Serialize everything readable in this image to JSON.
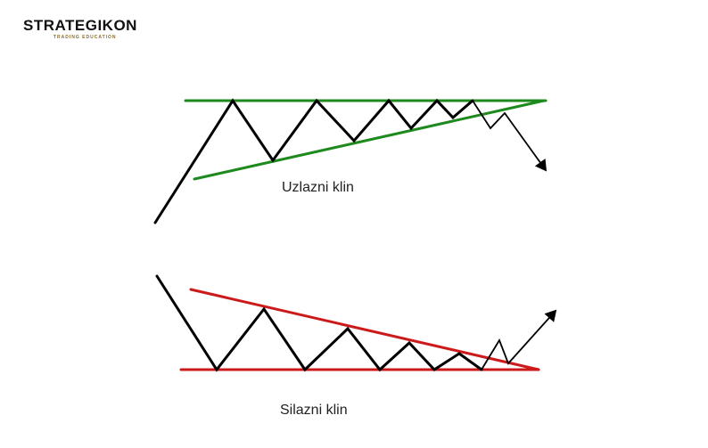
{
  "brand": {
    "name": "STRATEGIKON",
    "tagline": "TRADING EDUCATION"
  },
  "patterns": [
    {
      "label": "Uzlazni klin",
      "line_color": "#1e8a1e"
    },
    {
      "label": "Silazni klin",
      "line_color": "#cc1a1a"
    }
  ],
  "colors": {
    "price": "#000000",
    "background": "#ffffff"
  }
}
